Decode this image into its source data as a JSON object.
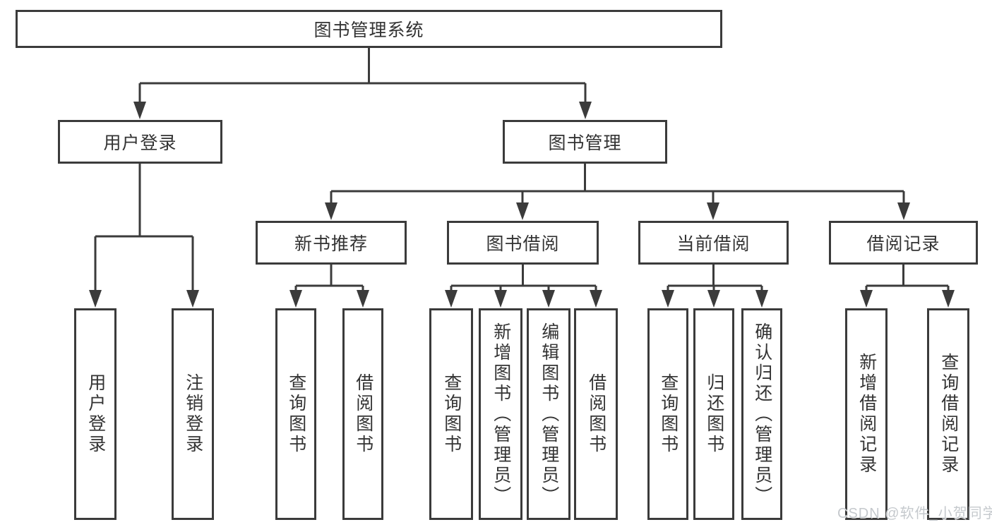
{
  "diagram": {
    "root": {
      "label": "图书管理系统"
    },
    "level2": [
      {
        "label": "用户登录"
      },
      {
        "label": "图书管理"
      }
    ],
    "level3": [
      {
        "label": "新书推荐",
        "parent": "图书管理"
      },
      {
        "label": "图书借阅",
        "parent": "图书管理"
      },
      {
        "label": "当前借阅",
        "parent": "图书管理"
      },
      {
        "label": "借阅记录",
        "parent": "图书管理"
      }
    ],
    "leaves": [
      {
        "label": "用户登录",
        "parent": "用户登录"
      },
      {
        "label": "注销登录",
        "parent": "用户登录"
      },
      {
        "label": "查询图书",
        "parent": "新书推荐"
      },
      {
        "label": "借阅图书",
        "parent": "新书推荐"
      },
      {
        "label": "查询图书",
        "parent": "图书借阅"
      },
      {
        "label": "新增图书（管理员）",
        "parent": "图书借阅"
      },
      {
        "label": "编辑图书（管理员）",
        "parent": "图书借阅"
      },
      {
        "label": "借阅图书",
        "parent": "图书借阅"
      },
      {
        "label": "查询图书",
        "parent": "当前借阅"
      },
      {
        "label": "归还图书",
        "parent": "当前借阅"
      },
      {
        "label": "确认归还（管理员）",
        "parent": "当前借阅"
      },
      {
        "label": "新增借阅记录",
        "parent": "借阅记录"
      },
      {
        "label": "查询借阅记录",
        "parent": "借阅记录"
      }
    ]
  },
  "watermark": {
    "text": "CSDN @软件_小贺同学"
  },
  "colors": {
    "line": "#3b3b3b",
    "text": "#333333",
    "box_background": "#ffffff",
    "page_background": "#ffffff",
    "watermark": "#c5c9cd"
  }
}
